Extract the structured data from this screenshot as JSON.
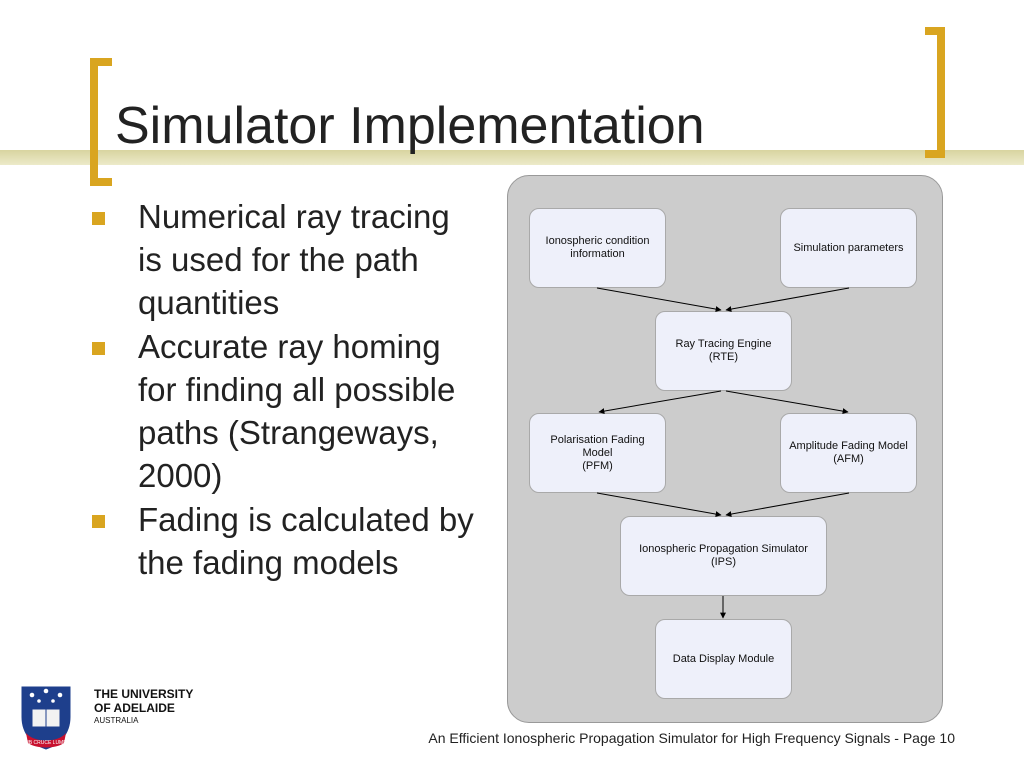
{
  "slide": {
    "title": "Simulator Implementation",
    "bullets": [
      "Numerical ray tracing is used for the path quantities",
      "Accurate ray homing for finding all possible paths (Strangeways, 2000)",
      "Fading is calculated by the fading models"
    ],
    "footer": "An Efficient Ionospheric Propagation Simulator for High Frequency Signals - Page 10"
  },
  "logo": {
    "line1": "THE UNIVERSITY",
    "line2": "OF ADELAIDE",
    "line3": "AUSTRALIA",
    "motto": "SUB CRUCE LUMEN"
  },
  "diagram": {
    "nodes": {
      "ionospheric": "Ionospheric condition\ninformation",
      "simparams": "Simulation parameters",
      "rte": "Ray Tracing Engine\n(RTE)",
      "pfm": "Polarisation Fading Model\n(PFM)",
      "afm": "Amplitude Fading Model\n(AFM)",
      "ips": "Ionospheric Propagation Simulator\n(IPS)",
      "ddm": "Data Display Module"
    }
  },
  "colors": {
    "accent": "#d9a520",
    "panel": "#cccccc",
    "node_fill": "#eef0fa",
    "logo_blue": "#1e3f8c",
    "logo_red": "#c8102e"
  }
}
